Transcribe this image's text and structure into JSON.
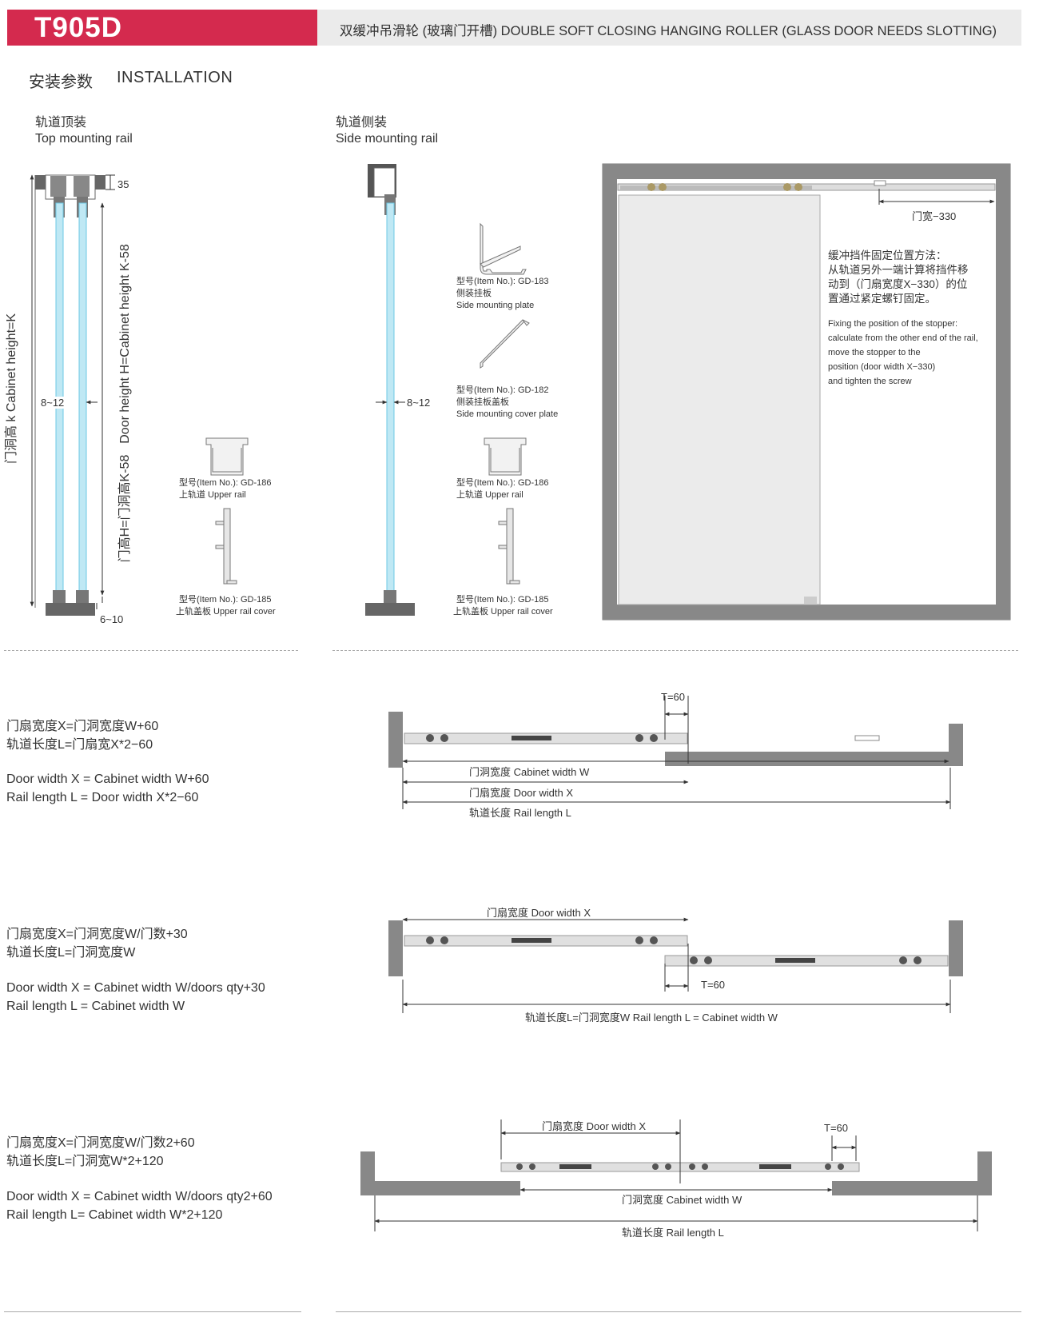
{
  "header": {
    "model": "T905D",
    "subtitle": "双缓冲吊滑轮 (玻璃门开槽)  DOUBLE SOFT CLOSING HANGING ROLLER (GLASS DOOR NEEDS SLOTTING)"
  },
  "section": {
    "title_zh": "安装参数",
    "title_en": "INSTALLATION"
  },
  "top_mount": {
    "title_zh": "轨道顶装",
    "title_en": "Top mounting rail",
    "dim_35": "35",
    "cabinet_height": "门洞高 k  Cabinet height=K",
    "door_height_en": "Door height H=Cabinet height K-58",
    "door_height_zh": "门高H=门洞高K-58",
    "glass_thickness": "8~12",
    "bottom_gap": "6~10",
    "rail_upper": {
      "item": "型号(Item No.): GD-186",
      "name": "上轨道 Upper rail"
    },
    "rail_cover": {
      "item": "型号(Item No.): GD-185",
      "name": "上轨盖板 Upper rail cover"
    }
  },
  "side_mount": {
    "title_zh": "轨道侧装",
    "title_en": "Side mounting rail",
    "glass_thickness": "8~12",
    "plate": {
      "item": "型号(Item No.): GD-183",
      "name_zh": "侧装挂板",
      "name_en": "Side mounting plate"
    },
    "cover_plate": {
      "item": "型号(Item No.): GD-182",
      "name_zh": "侧装挂板盖板",
      "name_en": "Side mounting cover plate"
    },
    "rail_upper": {
      "item": "型号(Item No.): GD-186",
      "name": "上轨道 Upper rail"
    },
    "rail_cover": {
      "item": "型号(Item No.): GD-185",
      "name": "上轨盖板 Upper rail cover"
    }
  },
  "stopper": {
    "dim": "门宽−330",
    "zh": [
      "缓冲挡件固定位置方法：",
      "从轨道另外一端计算将挡件移",
      "动到（门扇宽度X−330）的位",
      "置通过紧定螺钉固定。"
    ],
    "en": [
      "Fixing the position of the stopper:",
      "calculate from the other end of the rail,",
      "move the stopper to the",
      "position (door width X−330)",
      "and tighten the screw"
    ]
  },
  "config1": {
    "zh": [
      "门扇宽度X=门洞宽度W+60",
      "轨道长度L=门扇宽X*2−60"
    ],
    "en": [
      "Door width X = Cabinet width W+60",
      "Rail length L = Door width X*2−60"
    ],
    "t": "T=60",
    "cabinet_w": "门洞宽度 Cabinet width W",
    "door_w": "门扇宽度 Door width X",
    "rail_l": "轨道长度 Rail length L"
  },
  "config2": {
    "zh": [
      "门扇宽度X=门洞宽度W/门数+30",
      "轨道长度L=门洞宽度W"
    ],
    "en": [
      "Door width X = Cabinet width W/doors qty+30",
      "Rail length L = Cabinet width W"
    ],
    "door_w": "门扇宽度 Door width X",
    "t": "T=60",
    "rail_l": "轨道长度L=门洞宽度W  Rail length L = Cabinet width W"
  },
  "config3": {
    "zh": [
      "门扇宽度X=门洞宽度W/门数2+60",
      "轨道长度L=门洞宽W*2+120"
    ],
    "en": [
      "Door width X = Cabinet width W/doors qty2+60",
      "Rail length L= Cabinet width W*2+120"
    ],
    "door_w": "门扇宽度 Door width X",
    "t": "T=60",
    "cabinet_w": "门洞宽度 Cabinet width W",
    "rail_l": "轨道长度 Rail length L"
  }
}
